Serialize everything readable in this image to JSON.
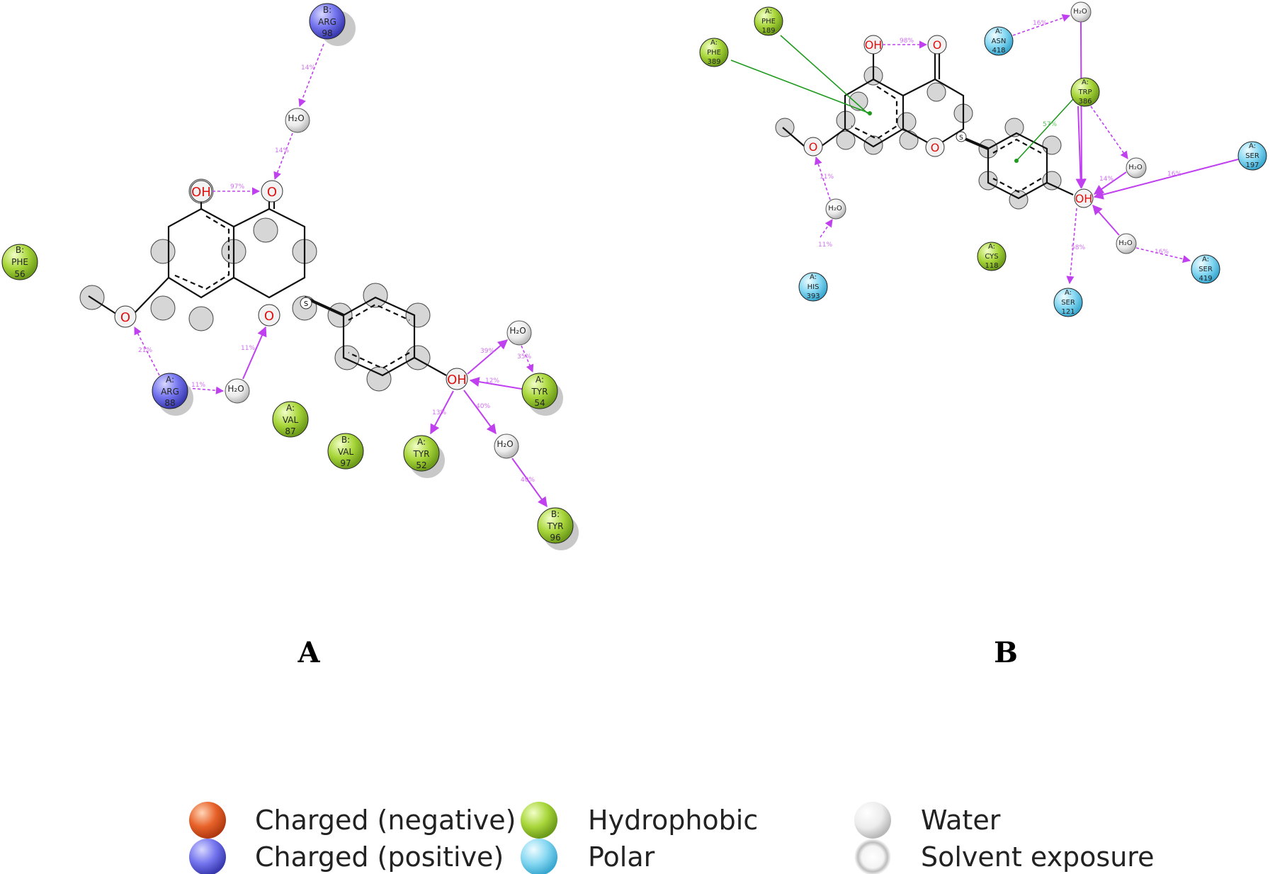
{
  "panels": {
    "a_label": "A",
    "b_label": "B"
  },
  "atoms": {
    "oh": "OH",
    "o": "O",
    "s": "S",
    "h2o": "H₂O"
  },
  "panel_a": {
    "residues": [
      {
        "chain": "B:",
        "name": "ARG",
        "num": "98",
        "type": "positive"
      },
      {
        "chain": "B:",
        "name": "PHE",
        "num": "56",
        "type": "hydrophobic"
      },
      {
        "chain": "A:",
        "name": "ARG",
        "num": "88",
        "type": "positive"
      },
      {
        "chain": "A:",
        "name": "VAL",
        "num": "87",
        "type": "hydrophobic"
      },
      {
        "chain": "B:",
        "name": "VAL",
        "num": "97",
        "type": "hydrophobic"
      },
      {
        "chain": "A:",
        "name": "TYR",
        "num": "52",
        "type": "hydrophobic"
      },
      {
        "chain": "A:",
        "name": "TYR",
        "num": "54",
        "type": "hydrophobic"
      },
      {
        "chain": "B:",
        "name": "TYR",
        "num": "96",
        "type": "hydrophobic"
      }
    ],
    "percentages": [
      "14%",
      "14%",
      "97%",
      "21%",
      "11%",
      "11%",
      "39%",
      "35%",
      "12%",
      "13%",
      "40%",
      "40%"
    ]
  },
  "panel_b": {
    "residues": [
      {
        "chain": "A:",
        "name": "PHE",
        "num": "189",
        "type": "hydrophobic"
      },
      {
        "chain": "A:",
        "name": "PHE",
        "num": "389",
        "type": "hydrophobic"
      },
      {
        "chain": "A:",
        "name": "ASN",
        "num": "418",
        "type": "polar"
      },
      {
        "chain": "A:",
        "name": "TRP",
        "num": "386",
        "type": "hydrophobic"
      },
      {
        "chain": "A:",
        "name": "SER",
        "num": "197",
        "type": "polar"
      },
      {
        "chain": "A:",
        "name": "HIS",
        "num": "393",
        "type": "polar"
      },
      {
        "chain": "A:",
        "name": "CYS",
        "num": "118",
        "type": "hydrophobic"
      },
      {
        "chain": "A:",
        "name": "SER",
        "num": "121",
        "type": "polar"
      },
      {
        "chain": "A:",
        "name": "SER",
        "num": "419",
        "type": "polar"
      }
    ],
    "percentages": [
      "98%",
      "16%",
      "57%",
      "14%",
      "16%",
      "11%",
      "11%",
      "58%",
      "16%"
    ],
    "green_percentages": [
      "57%"
    ]
  },
  "legend": {
    "items": [
      {
        "label": "Charged (negative)",
        "color": "#e8622a"
      },
      {
        "label": "Charged (positive)",
        "color": "#7070ee"
      },
      {
        "label": "Hydrophobic",
        "color": "#a8d63a"
      },
      {
        "label": "Polar",
        "color": "#7fd6f0"
      },
      {
        "label": "Water",
        "color": "#e6e6e6"
      },
      {
        "label": "Solvent exposure",
        "color": "#d0d0d0"
      }
    ]
  },
  "colors": {
    "positive": "#7070ee",
    "hydrophobic": "#a8d63a",
    "polar": "#7fd6f0",
    "water": "#e6e6e6",
    "hbond": "#c040f0",
    "pipi": "#1f9a1f"
  }
}
